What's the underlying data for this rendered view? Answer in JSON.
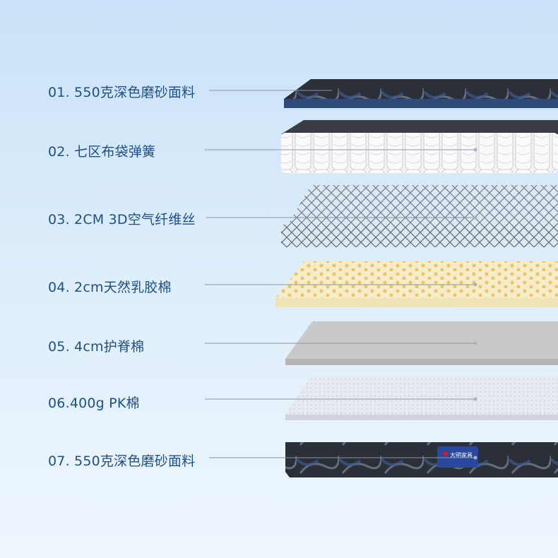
{
  "layers": [
    {
      "label": "01. 550克深色磨砂面料"
    },
    {
      "label": "02. 七区布袋弹簧"
    },
    {
      "label": "03. 2CM 3D空气纤维丝"
    },
    {
      "label": "04. 2cm天然乳胶棉"
    },
    {
      "label": "05. 4cm护脊棉"
    },
    {
      "label": "06.400g PK棉"
    },
    {
      "label": "07. 550克深色磨砂面料"
    }
  ],
  "brand_tag": {
    "text": "大明家具",
    "color": "#2a47a0"
  },
  "colors": {
    "label_text": "#1d4f8a",
    "leader_line": "#8a96a3"
  }
}
